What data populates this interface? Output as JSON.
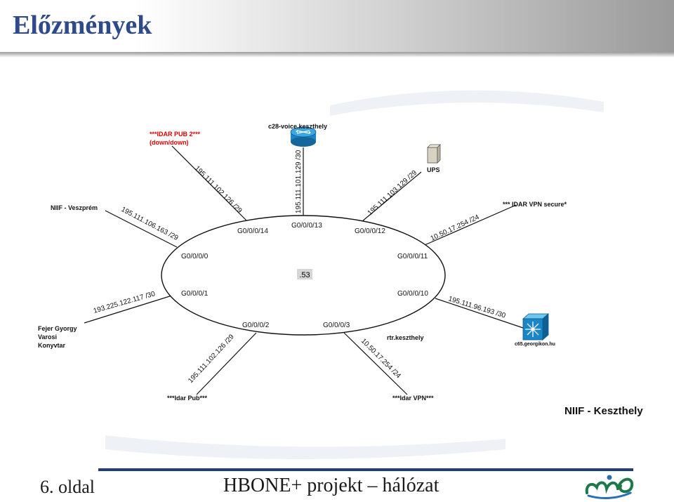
{
  "slide": {
    "title": "Előzmények",
    "footer_left": "6. oldal",
    "footer_center": "HBONE+ projekt – hálózat"
  },
  "diagram": {
    "center_label": ".53",
    "caption": "NIIF - Keszthely",
    "ports": [
      "G0/0/0/14",
      "G0/0/0/13",
      "G0/0/0/12",
      "G0/0/0/0",
      "G0/0/0/11",
      "G0/0/0/1",
      "G0/0/0/10",
      "G0/0/0/2",
      "G0/0/0/3"
    ],
    "link_labels": [
      "195.111.102.126 /29",
      "195.111.101.129 /30",
      "195.111.103.129 /29",
      "195.111.106.163 /29",
      "10.50.17.254 /24",
      "193.225.122.117 /30",
      "195.111.96.193 /30",
      "195.111.102.126 /29",
      "10.50.17.254 /24"
    ],
    "nodes": {
      "voice_router": "c28-voice.keszthely",
      "idar_pub2_line1": "***IDAR PUB 2***",
      "idar_pub2_line2": "(down/down)",
      "ups": "UPS",
      "niif_veszprem": "NIIF - Veszprém",
      "idar_vpn_secure": "*** IDAR VPN secure*",
      "fejer_line1": "Fejer Gyorgy",
      "fejer_line2": "Varosi",
      "fejer_line3": "Konyvtar",
      "georgikon": "c65.georgikon.hu",
      "rtr": "rtr.keszthely",
      "idar_pub": "***Idar Pub***",
      "idar_vpn": "***Idar VPN***"
    },
    "colors": {
      "warning": "#e00000",
      "router": "#1a86c8",
      "switch": "#1a86c8"
    }
  }
}
